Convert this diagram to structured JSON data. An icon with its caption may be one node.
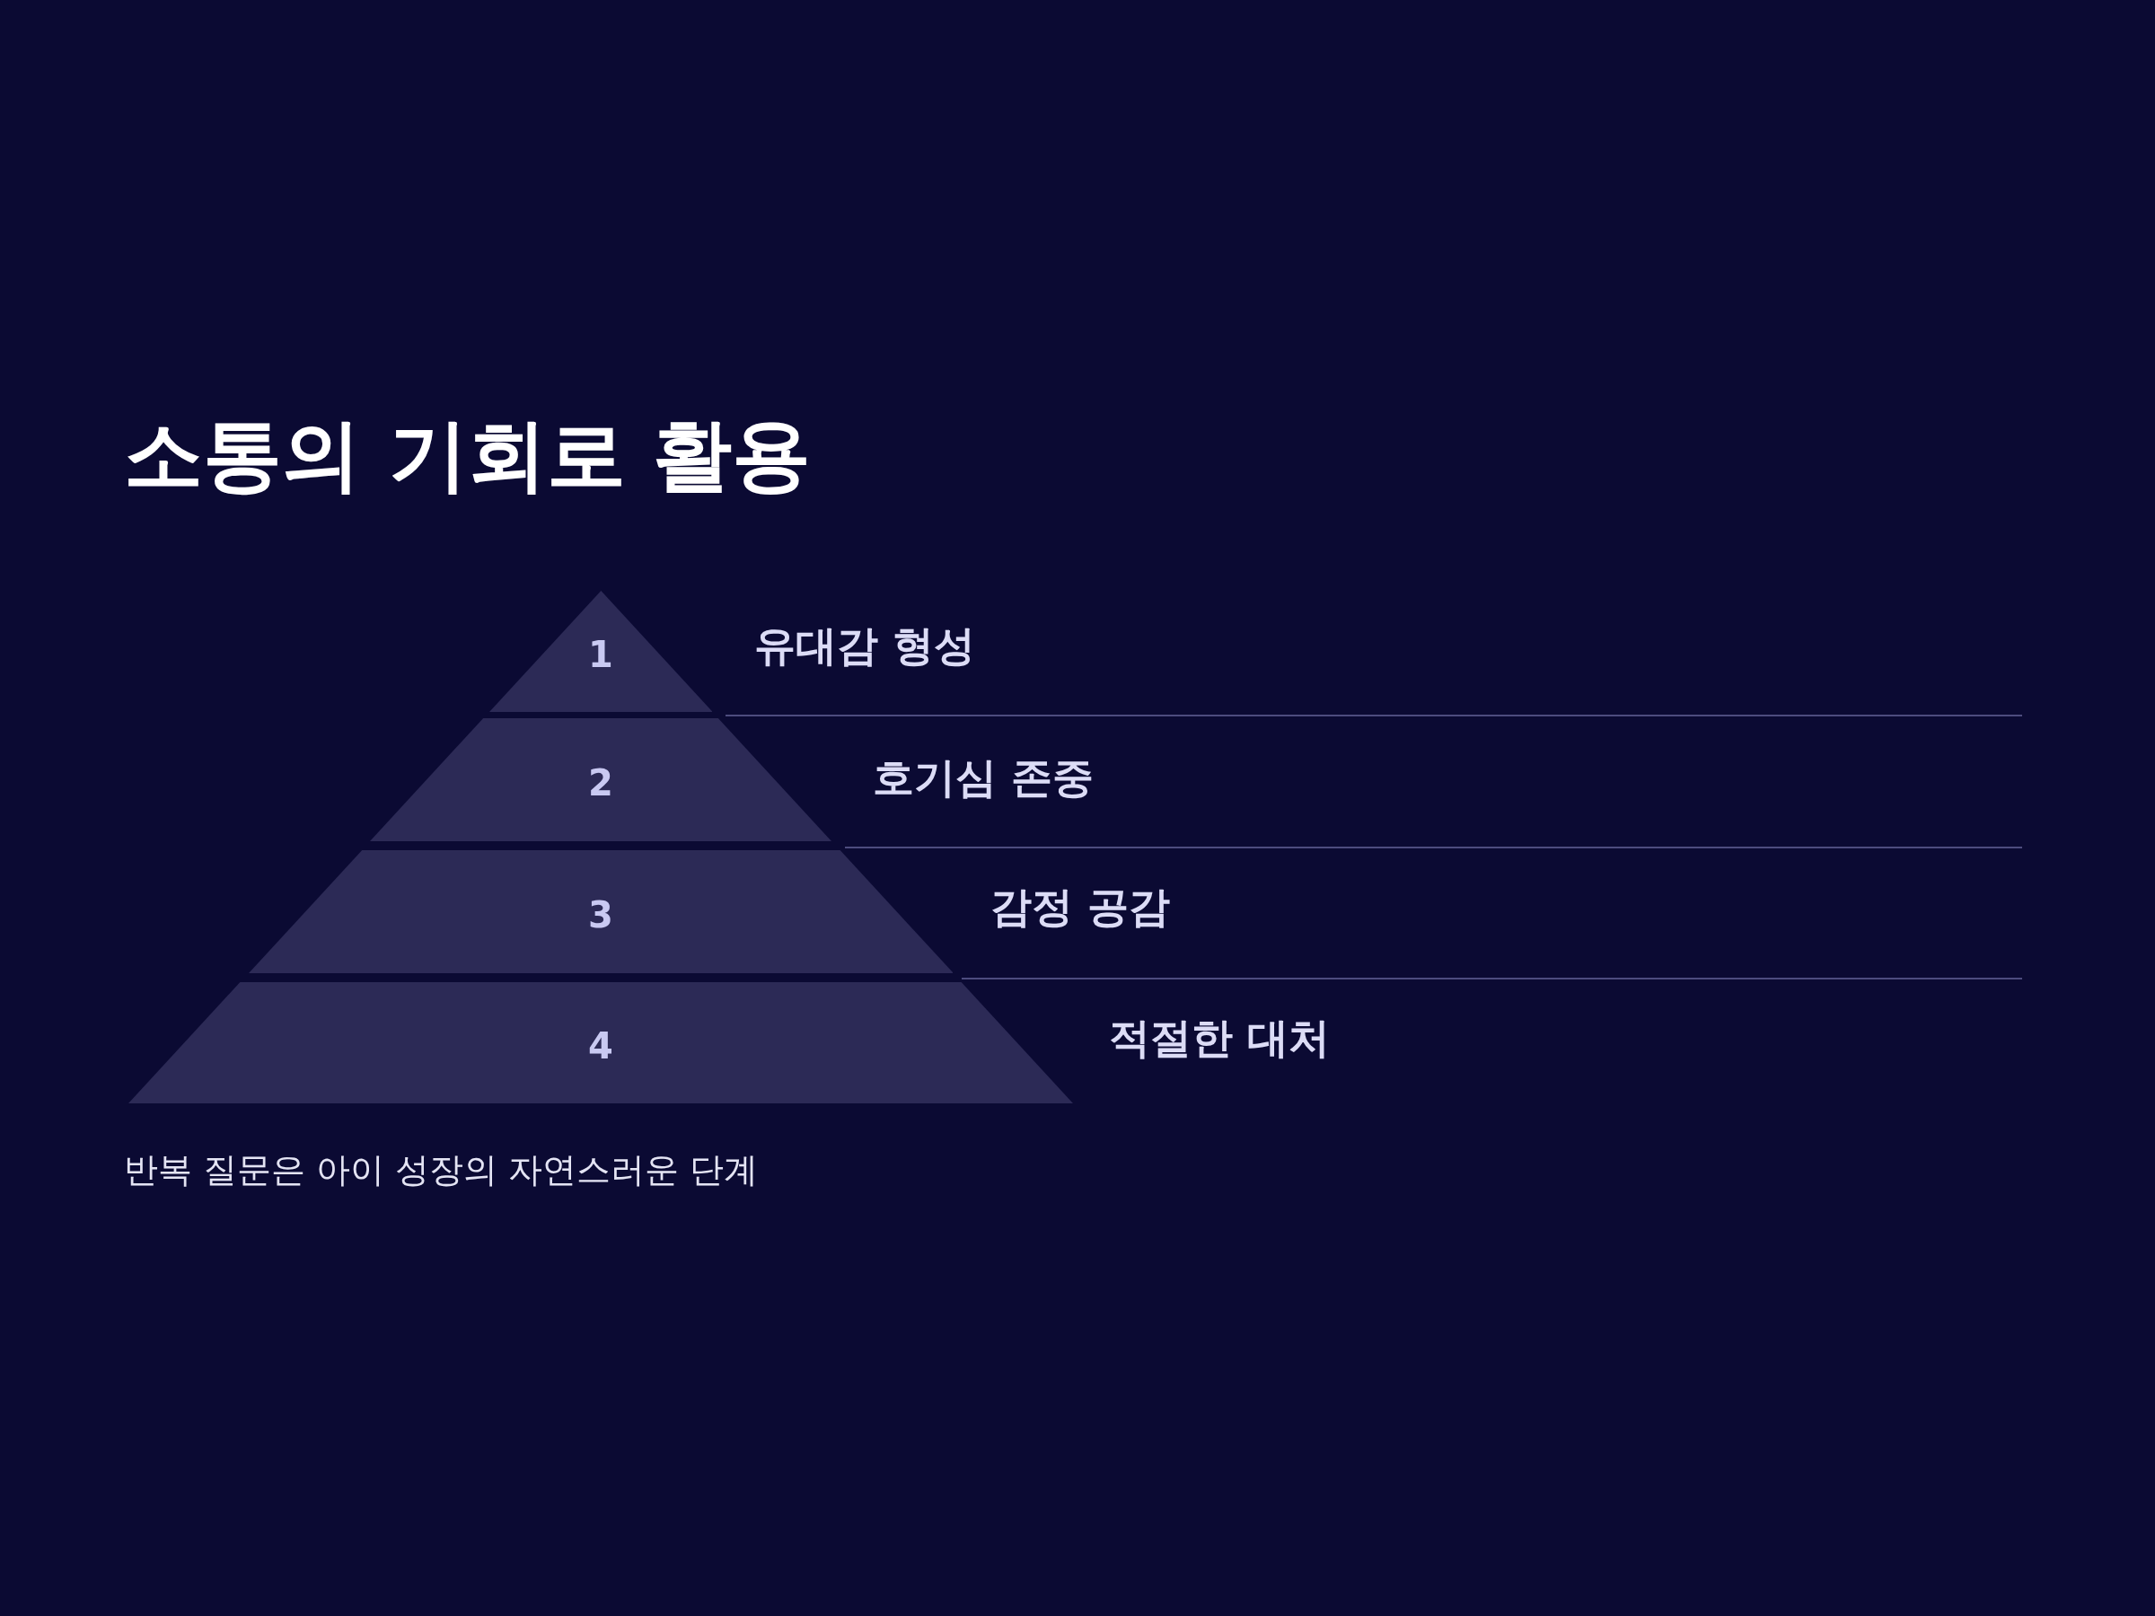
{
  "diagram": {
    "title": "소통의 기회로 활용",
    "caption": "반복 질문은 아이 성장의 자연스러운 단계",
    "nodes": [
      {
        "text": [
          "1"
        ],
        "beside": [
          "유대감 형성"
        ]
      },
      {
        "text": [
          "2"
        ],
        "beside": [
          "호기심 존중"
        ]
      },
      {
        "text": [
          "3"
        ],
        "beside": [
          "감정 공감"
        ]
      },
      {
        "text": [
          "4"
        ],
        "beside": [
          "적절한 대처"
        ]
      }
    ]
  }
}
